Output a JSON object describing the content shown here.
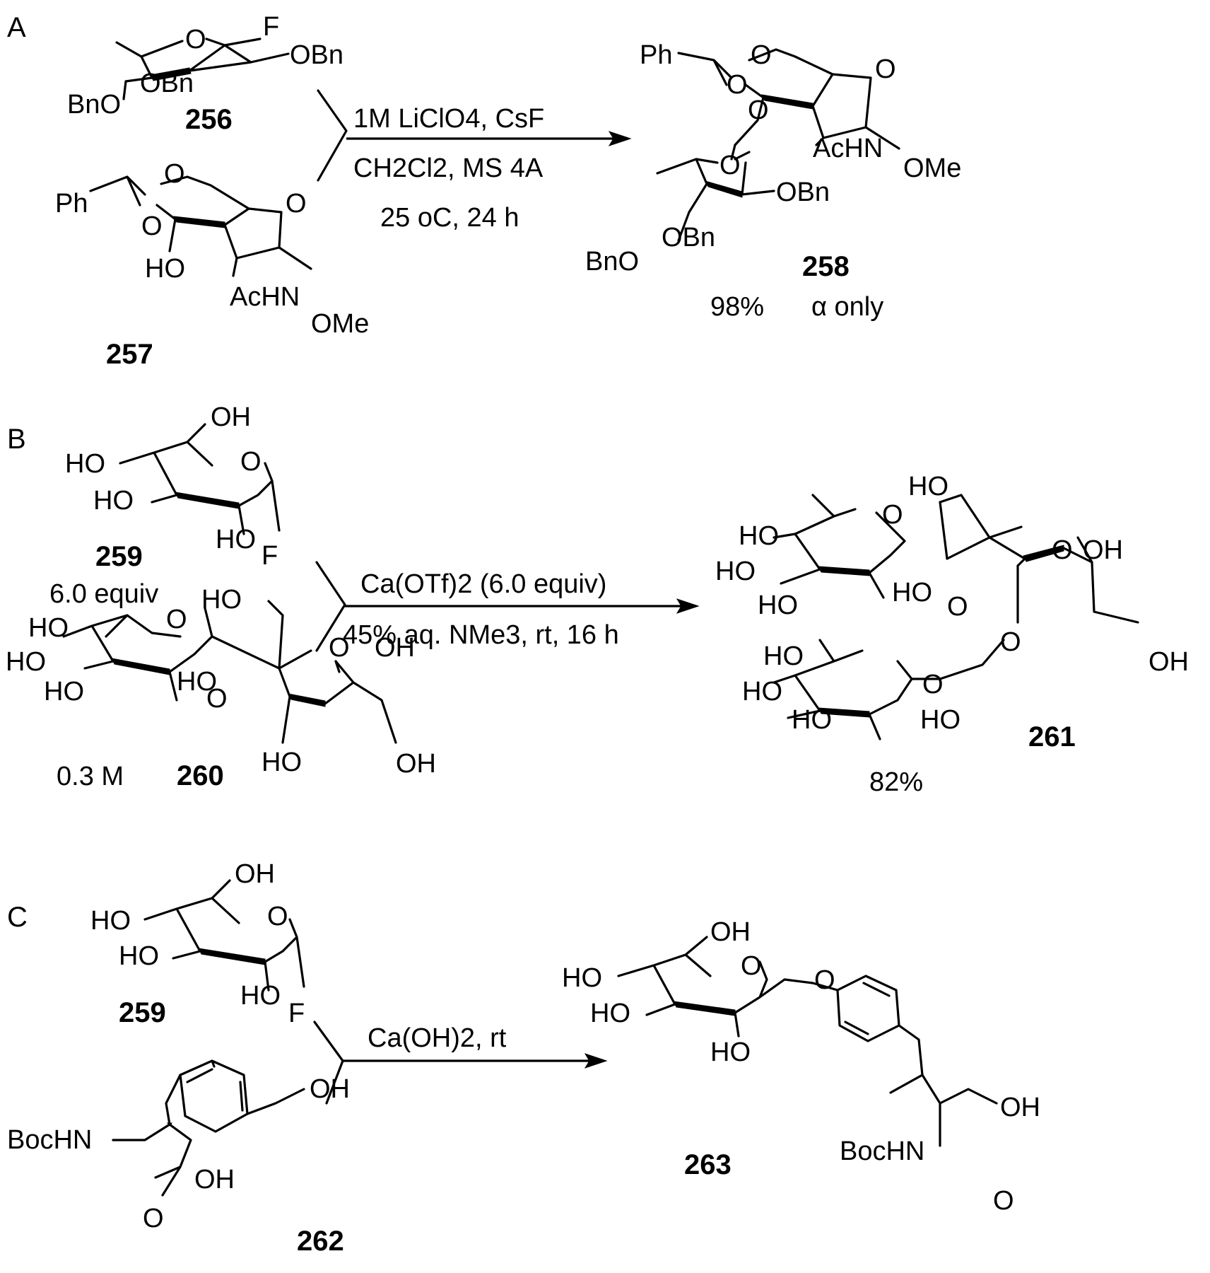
{
  "panels": {
    "a": {
      "letter": "A",
      "conditions": [
        "1M LiClO4, CsF",
        "CH2Cl2, MS 4A",
        "25 oC, 24 h"
      ],
      "compounds": {
        "reactant1": "256",
        "reactant2": "257",
        "product": "258"
      },
      "yield": "98%",
      "selectivity": "α only"
    },
    "b": {
      "letter": "B",
      "conditions": [
        "Ca(OTf)2 (6.0 equiv)",
        "45% aq. NMe3, rt, 16 h"
      ],
      "compounds": {
        "reactant1": "259",
        "reactant2": "260",
        "product": "261"
      },
      "reactant1_amount": "6.0 equiv",
      "reactant2_conc": "0.3 M",
      "yield": "82%"
    },
    "c": {
      "letter": "C",
      "conditions": [
        "Ca(OH)2, rt"
      ],
      "compounds": {
        "reactant1": "259",
        "reactant2": "262",
        "product": "263"
      }
    }
  },
  "atom_labels": {
    "F": "F",
    "OBn": "OBn",
    "BnO": "BnO",
    "O": "O",
    "Ph": "Ph",
    "HO": "HO",
    "OH": "OH",
    "AcHN": "AcHN",
    "OMe": "OMe",
    "BocHN": "BocHN"
  }
}
